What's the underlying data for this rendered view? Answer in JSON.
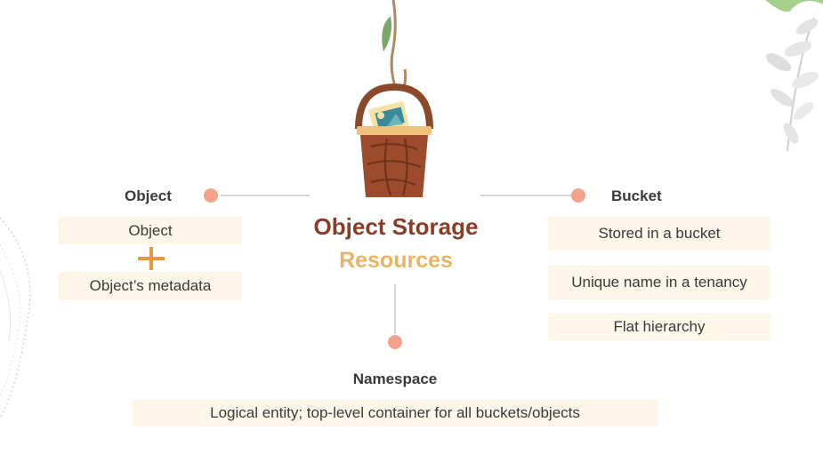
{
  "colors": {
    "accent_dot": "#f2a389",
    "title_primary": "#8a3d26",
    "title_secondary": "#e8b464",
    "plus": "#e89a3a",
    "box_bg": "#fdf6e9",
    "connector": "#d4d4d4"
  },
  "center": {
    "title": "Object Storage",
    "subtitle": "Resources",
    "icon": "basket-icon"
  },
  "object_section": {
    "heading": "Object",
    "items": [
      "Object",
      "Object’s metadata"
    ],
    "join_icon": "plus-icon"
  },
  "bucket_section": {
    "heading": "Bucket",
    "items": [
      "Stored in a bucket",
      "Unique name in a tenancy",
      "Flat hierarchy"
    ]
  },
  "namespace_section": {
    "heading": "Namespace",
    "description": "Logical entity; top-level container for all buckets/objects"
  }
}
